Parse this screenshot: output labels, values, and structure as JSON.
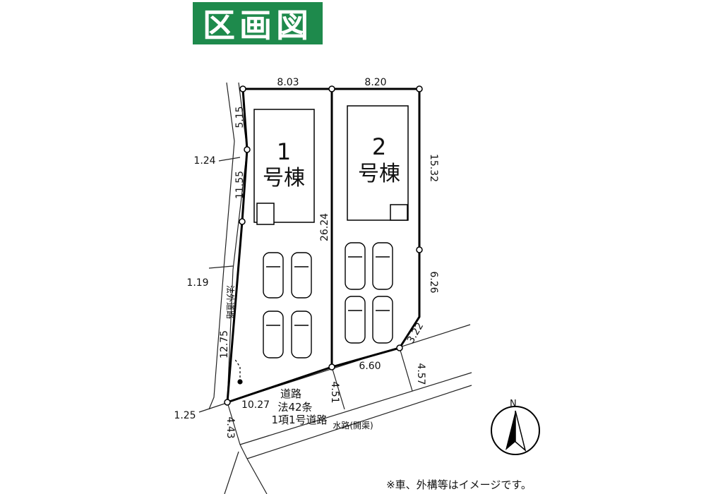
{
  "title": "区画図",
  "lots": [
    {
      "number": "1",
      "label": "号棟"
    },
    {
      "number": "2",
      "label": "号棟"
    }
  ],
  "dimensions": {
    "top_left": "8.03",
    "top_right": "8.20",
    "left_upper": "5.15",
    "left_middle": "11.55",
    "left_lower": "12.75",
    "center": "26.24",
    "right_upper": "15.32",
    "right_lower": "6.26",
    "corner": "3.22",
    "bottom_left": "10.27",
    "bottom_right": "6.60",
    "road_width_left": "4.43",
    "road_width_center": "4.51",
    "road_width_right": "4.57",
    "side_path_1": "1.24",
    "side_path_2": "1.19",
    "side_path_3": "1.25"
  },
  "road": {
    "line1": "道路",
    "line2": "法42条",
    "line3": "1項1号道路"
  },
  "side_path_label": "法外道路",
  "waterway_label": "水路(開渠)",
  "compass": "N",
  "note": "※車、外構等はイメージです。"
}
